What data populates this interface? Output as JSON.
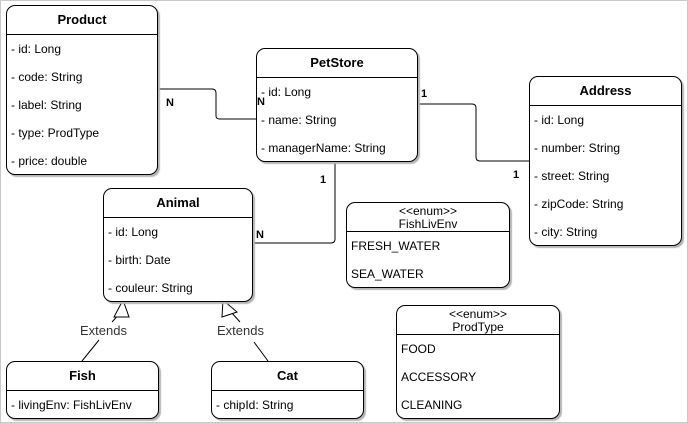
{
  "classes": {
    "product": {
      "name": "Product",
      "attrs": [
        "- id: Long",
        "- code: String",
        "- label: String",
        "- type: ProdType",
        "- price: double"
      ]
    },
    "petstore": {
      "name": "PetStore",
      "attrs": [
        "- id: Long",
        "- name: String",
        "- managerName: String"
      ]
    },
    "address": {
      "name": "Address",
      "attrs": [
        "- id: Long",
        "- number: String",
        "- street: String",
        "- zipCode: String",
        "- city: String"
      ]
    },
    "animal": {
      "name": "Animal",
      "attrs": [
        "- id: Long",
        "- birth: Date",
        "- couleur: String"
      ]
    },
    "fish": {
      "name": "Fish",
      "attrs": [
        "- livingEnv: FishLivEnv"
      ]
    },
    "cat": {
      "name": "Cat",
      "attrs": [
        "- chipId: String"
      ]
    }
  },
  "enums": {
    "fishlivenv": {
      "stereotype": "<<enum>>",
      "name": "FishLivEnv",
      "values": [
        "FRESH_WATER",
        "SEA_WATER"
      ]
    },
    "prodtype": {
      "stereotype": "<<enum>>",
      "name": "ProdType",
      "values": [
        "FOOD",
        "ACCESSORY",
        "CLEANING"
      ]
    }
  },
  "multiplicities": {
    "product_petstore_product": "N",
    "product_petstore_petstore": "N",
    "petstore_address_petstore": "1",
    "petstore_address_address": "1",
    "petstore_animal_petstore": "1",
    "petstore_animal_animal": "N"
  },
  "relations": {
    "fish_extends": "Extends",
    "cat_extends": "Extends"
  }
}
